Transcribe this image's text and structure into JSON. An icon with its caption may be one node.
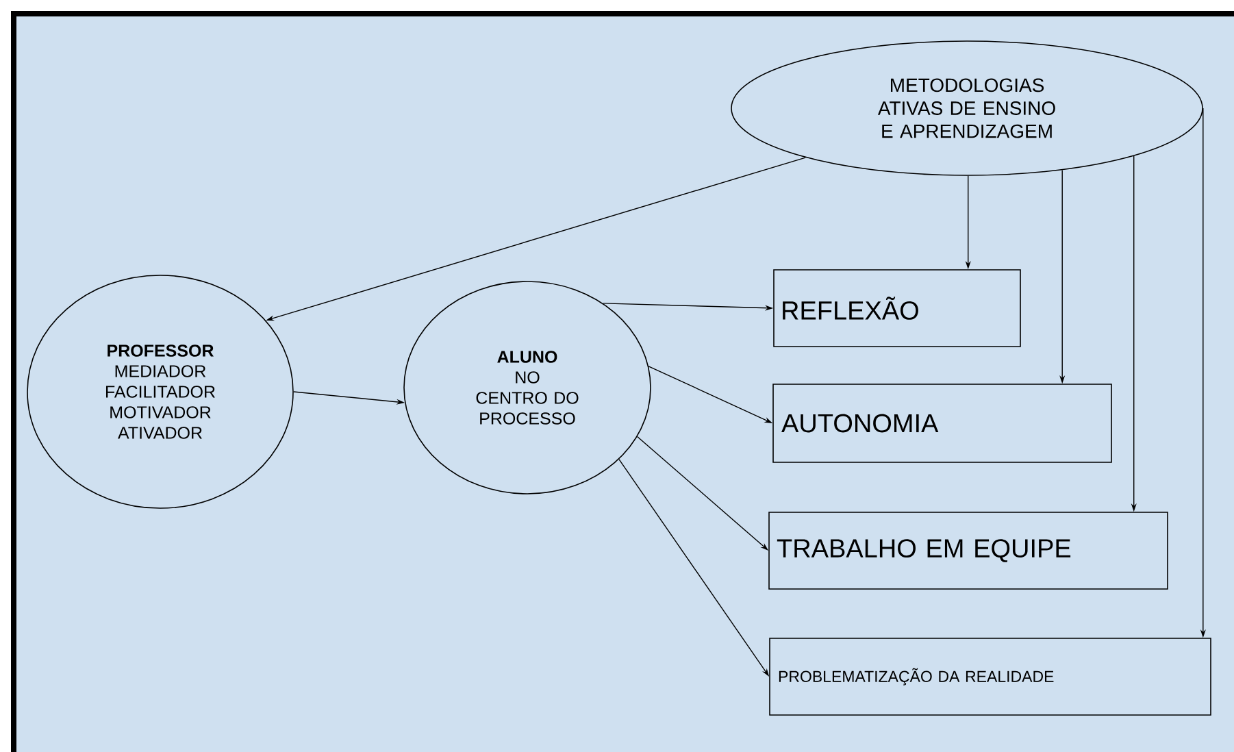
{
  "diagram": {
    "nodes": [
      {
        "text": [
          "METODOLOGIAS ATIVAS DE ENSINO E APRENDIZAGEM"
        ]
      },
      {
        "text": [
          "PROFESSOR",
          "MEDIADOR FACILITADOR MOTIVADOR ATIVADOR"
        ]
      },
      {
        "text": [
          "ALUNO",
          "NO CENTRO DO PROCESSO"
        ]
      },
      {
        "text": [
          "REFLEXÃO"
        ]
      },
      {
        "text": [
          "AUTONOMIA"
        ]
      },
      {
        "text": [
          "TRABALHO EM EQUIPE"
        ]
      },
      {
        "text": [
          "PROBLEMATIZAÇÃO DA REALIDADE"
        ]
      }
    ],
    "edges": [
      {
        "from": 0,
        "to": 1,
        "arrow": "to"
      },
      {
        "from": 1,
        "to": 2,
        "arrow": "to"
      },
      {
        "from": 2,
        "to": 3,
        "arrow": "to"
      },
      {
        "from": 2,
        "to": 4,
        "arrow": "to"
      },
      {
        "from": 2,
        "to": 5,
        "arrow": "to"
      },
      {
        "from": 2,
        "to": 6,
        "arrow": "to"
      },
      {
        "from": 0,
        "to": 3,
        "arrow": "to"
      },
      {
        "from": 0,
        "to": 4,
        "arrow": "to"
      },
      {
        "from": 0,
        "to": 5,
        "arrow": "to"
      },
      {
        "from": 0,
        "to": 6,
        "arrow": "to"
      }
    ]
  }
}
